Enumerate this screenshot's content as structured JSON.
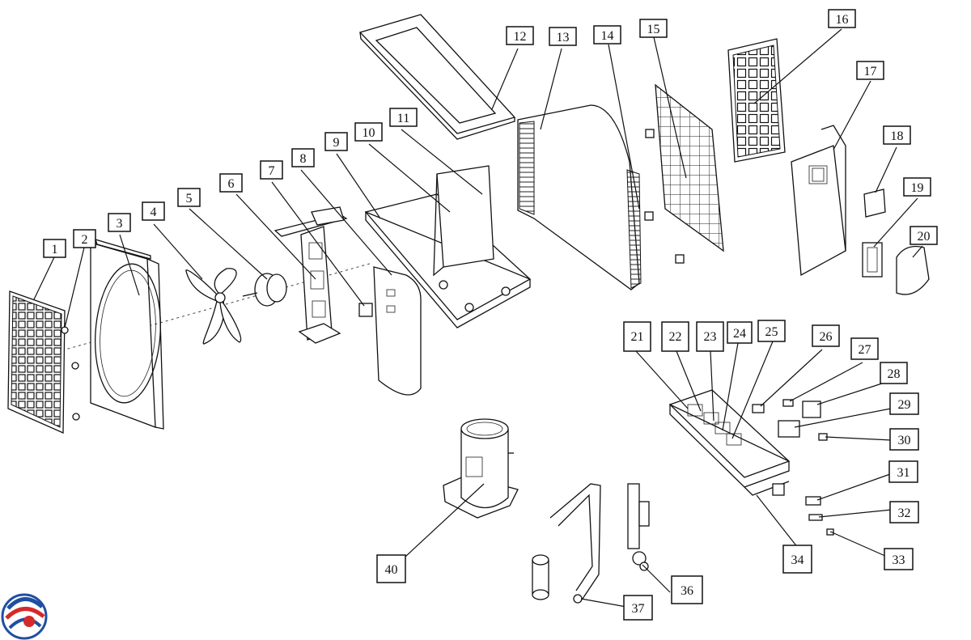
{
  "callouts": [
    "1",
    "2",
    "3",
    "4",
    "5",
    "6",
    "7",
    "8",
    "9",
    "10",
    "11",
    "12",
    "13",
    "14",
    "15",
    "16",
    "17",
    "18",
    "19",
    "20",
    "21",
    "22",
    "23",
    "24",
    "25",
    "26",
    "27",
    "28",
    "29",
    "30",
    "31",
    "32",
    "33",
    "34",
    "36",
    "37",
    "40"
  ],
  "colors": {
    "line": "#111111",
    "logo_red": "#d42a2a",
    "logo_blue": "#1f4fa0"
  },
  "icons": {
    "logo": "swirl-logo-icon"
  }
}
